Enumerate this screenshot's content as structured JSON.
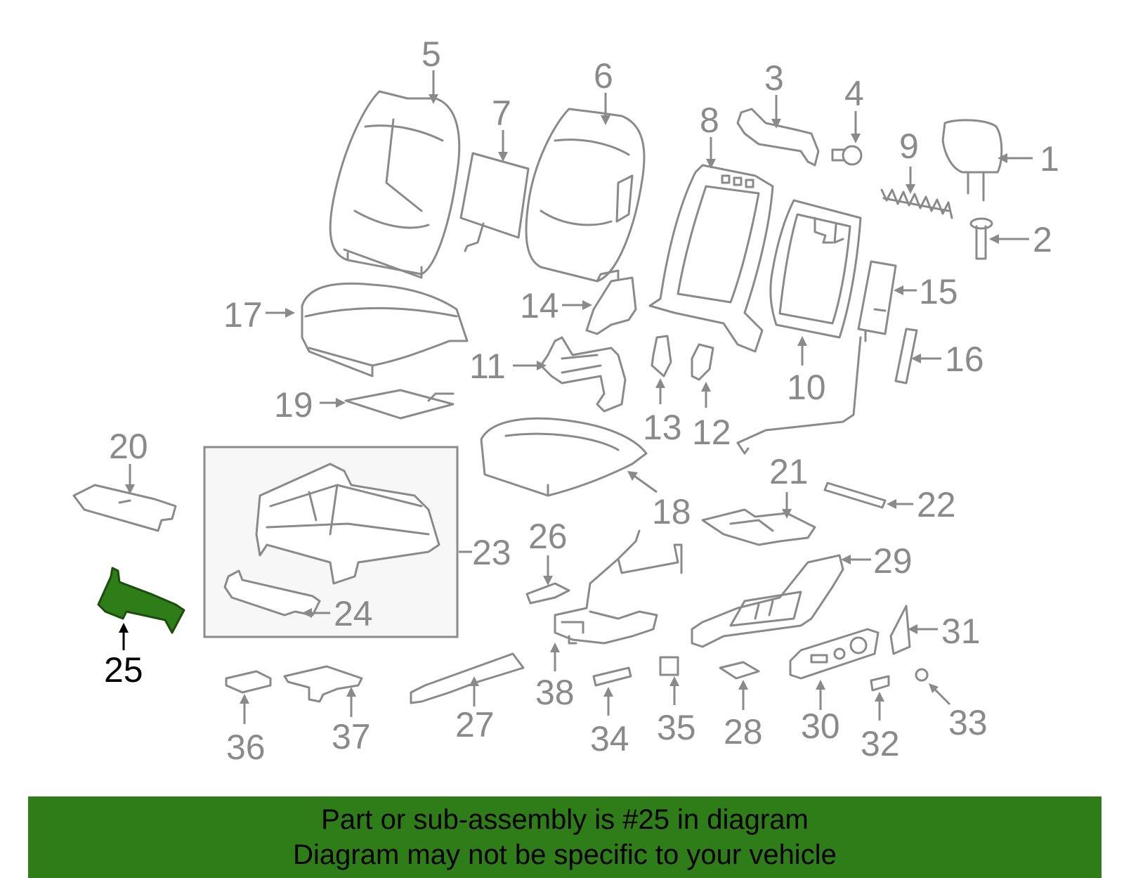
{
  "highlight": {
    "part_number": "25",
    "color": "#2e7d18",
    "outline": "#1b4d0c"
  },
  "banner": {
    "line1": "Part or sub-assembly is #25 in diagram",
    "line2": "Diagram may not be specific to your vehicle",
    "background": "#2e7d18"
  },
  "labels": {
    "p1": "1",
    "p2": "2",
    "p3": "3",
    "p4": "4",
    "p5": "5",
    "p6": "6",
    "p7": "7",
    "p8": "8",
    "p9": "9",
    "p10": "10",
    "p11": "11",
    "p12": "12",
    "p13": "13",
    "p14": "14",
    "p15": "15",
    "p16": "16",
    "p17": "17",
    "p18": "18",
    "p19": "19",
    "p20": "20",
    "p21": "21",
    "p22": "22",
    "p23": "23",
    "p24": "24",
    "p25": "25",
    "p26": "26",
    "p27": "27",
    "p28": "28",
    "p29": "29",
    "p30": "30",
    "p31": "31",
    "p32": "32",
    "p33": "33",
    "p34": "34",
    "p35": "35",
    "p36": "36",
    "p37": "37",
    "p38": "38"
  }
}
